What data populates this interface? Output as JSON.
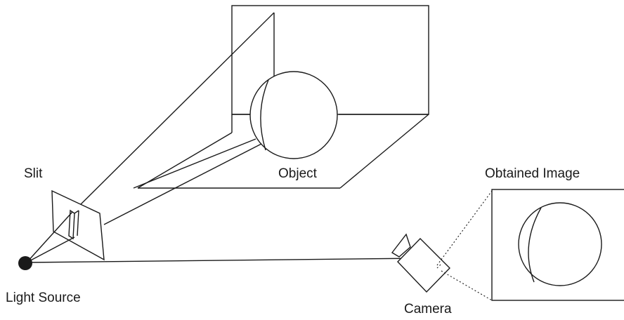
{
  "labels": {
    "slit": "Slit",
    "object": "Object",
    "light_source": "Light Source",
    "camera": "Camera",
    "obtained_image": "Obtained Image"
  },
  "colors": {
    "stroke": "#1a1a1a",
    "background": "#ffffff"
  }
}
